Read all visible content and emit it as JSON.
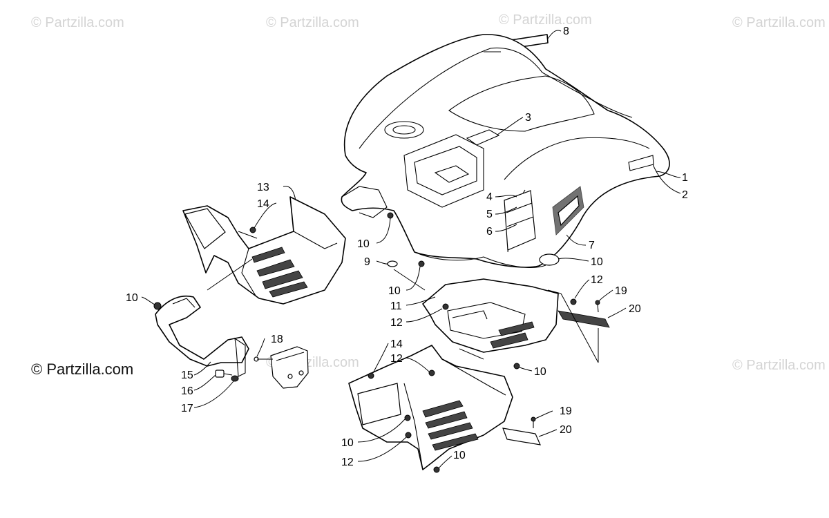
{
  "watermarks": {
    "top_1": "© Partzilla.com",
    "top_2": "© Partzilla.com",
    "top_3": "© Partzilla.com",
    "top_4": "© Partzilla.com",
    "mid_left": "© Partzilla.com",
    "mid_center": "© Partzilla.com",
    "mid_right": "© Partzilla.com"
  },
  "callouts": {
    "c1": "1",
    "c2": "2",
    "c3": "3",
    "c4": "4",
    "c5": "5",
    "c6": "6",
    "c7": "7",
    "c8": "8",
    "c9": "9",
    "c10_a": "10",
    "c10_b": "10",
    "c10_c": "10",
    "c10_d": "10",
    "c10_e": "10",
    "c10_f": "10",
    "c10_g": "10",
    "c11": "11",
    "c12_a": "12",
    "c12_b": "12",
    "c12_c": "12",
    "c12_d": "12",
    "c13": "13",
    "c14_a": "14",
    "c14_b": "14",
    "c15": "15",
    "c16": "16",
    "c17": "17",
    "c18": "18",
    "c19_a": "19",
    "c19_b": "19",
    "c20_a": "20",
    "c20_b": "20"
  }
}
